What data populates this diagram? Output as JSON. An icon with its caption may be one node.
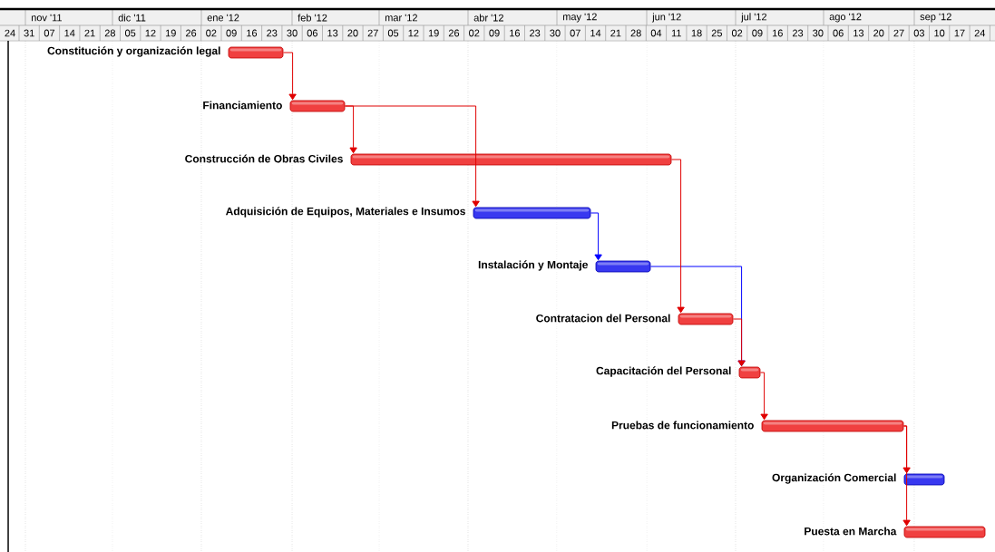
{
  "diagram": {
    "nodes": [
      {
        "text": [
          "Constitución y organización legal"
        ]
      },
      {
        "text": [
          "Financiamiento"
        ]
      },
      {
        "text": [
          "Construcción de Obras Civiles"
        ]
      },
      {
        "text": [
          "Adquisición de Equipos, Materiales e Insumos"
        ]
      },
      {
        "text": [
          "Instalación y Montaje"
        ]
      },
      {
        "text": [
          "Contratacion del Personal"
        ]
      },
      {
        "text": [
          "Capacitación del Personal"
        ]
      },
      {
        "text": [
          "Pruebas de funcionamiento"
        ]
      },
      {
        "text": [
          "Organización Comercial"
        ]
      },
      {
        "text": [
          "Puesta en Marcha"
        ]
      }
    ],
    "edges": [
      {
        "from": 0,
        "to": 1,
        "arrow": "to"
      },
      {
        "from": 1,
        "to": 2,
        "arrow": "to"
      },
      {
        "from": 1,
        "to": 3,
        "arrow": "to"
      },
      {
        "from": 3,
        "to": 4,
        "arrow": "to",
        "color": "#0000ff"
      },
      {
        "from": 2,
        "to": 5,
        "arrow": "to"
      },
      {
        "from": 4,
        "to": 6,
        "arrow": "to",
        "color": "#0000ff"
      },
      {
        "from": 5,
        "to": 6,
        "arrow": "to"
      },
      {
        "from": 6,
        "to": 7,
        "arrow": "to"
      },
      {
        "from": 7,
        "to": 8,
        "arrow": "to"
      },
      {
        "from": 7,
        "to": 9,
        "arrow": "to"
      }
    ],
    "labels": [
      "nov '11",
      "dic '11",
      "ene '12",
      "feb '12",
      "mar '12",
      "abr '12",
      "may '12",
      "jun '12",
      "jul '12",
      "ago '12",
      "sep '12",
      "24",
      "31",
      "07",
      "14",
      "21",
      "28",
      "05",
      "12",
      "19",
      "26",
      "02",
      "09",
      "16",
      "23",
      "30",
      "06",
      "13",
      "20",
      "27",
      "05",
      "12",
      "19",
      "26",
      "02",
      "09",
      "16",
      "23",
      "30",
      "07",
      "14",
      "21",
      "28",
      "04",
      "11",
      "18",
      "25",
      "02",
      "09",
      "16",
      "23",
      "30",
      "06",
      "13",
      "20",
      "27",
      "03",
      "10",
      "17",
      "24"
    ]
  }
}
